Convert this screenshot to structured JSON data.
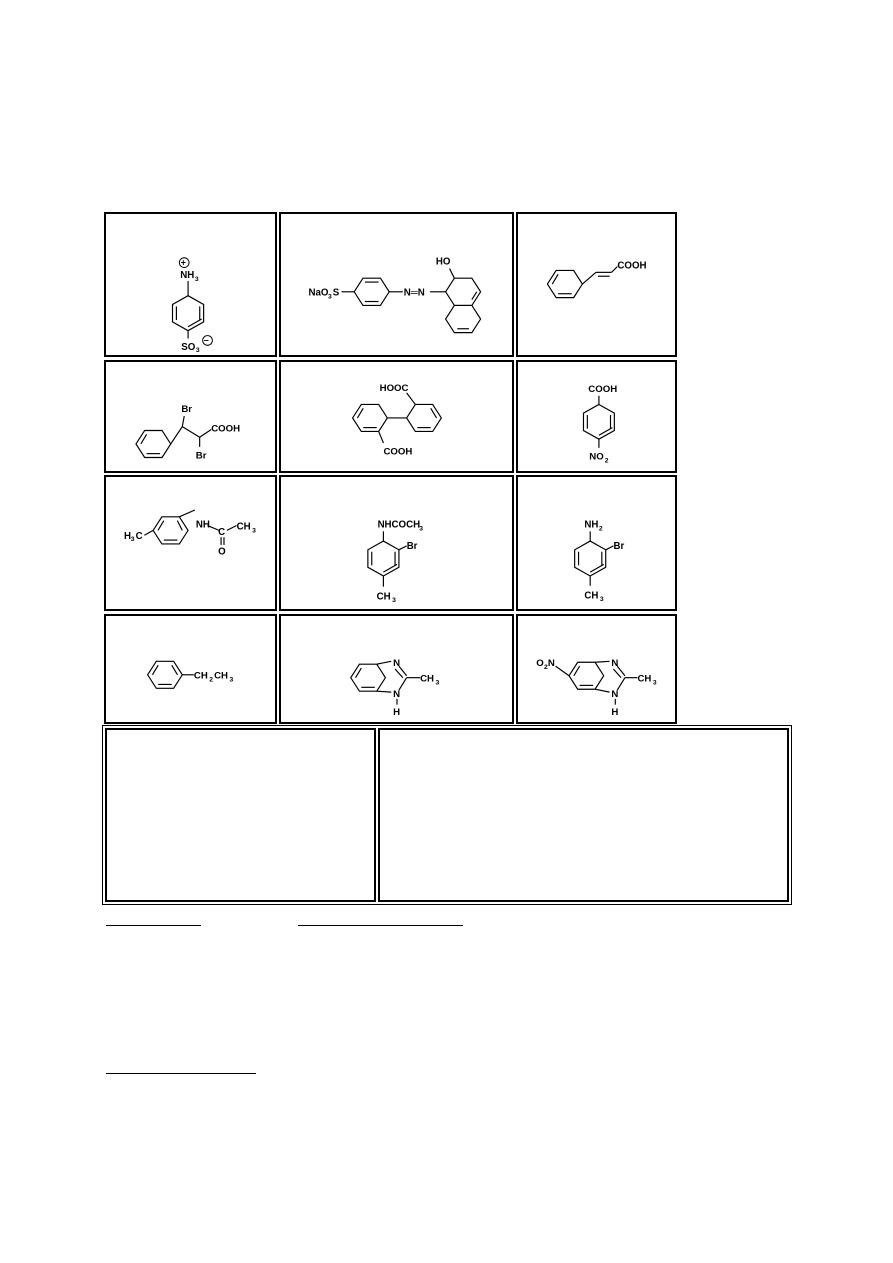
{
  "structures": {
    "c1": {
      "charge_plus": "+",
      "amine": "NH",
      "amine_sub": "3",
      "sulfo": "SO",
      "sulfo_sub": "3",
      "charge_minus": "−"
    },
    "c2": {
      "hydroxy": "HO",
      "salt": "NaO",
      "salt_sub": "3",
      "salt_s": "S",
      "azo": "N═N"
    },
    "c3": {
      "acid": "COOH"
    },
    "c4": {
      "br_top": "Br",
      "br_bottom": "Br",
      "acid": "COOH"
    },
    "c5": {
      "acid_top": "HOOC",
      "acid_bottom": "COOH"
    },
    "c6": {
      "acid": "COOH",
      "nitro": "NO",
      "nitro_sub": "2"
    },
    "c7": {
      "nh": "NH",
      "carbonyl_c": "C",
      "carbonyl_o": "O",
      "methyl": "CH",
      "methyl_sub": "3",
      "ring_methyl": "H",
      "ring_methyl_sub": "3",
      "ring_methyl_c": "C"
    },
    "c8": {
      "amide": "NHCOCH",
      "amide_sub": "3",
      "br": "Br",
      "methyl": "CH",
      "methyl_sub": "3"
    },
    "c9": {
      "amine": "NH",
      "amine_sub": "2",
      "br": "Br",
      "methyl": "CH",
      "methyl_sub": "3"
    },
    "c10": {
      "ethyl": "CH",
      "ethyl_sub": "2",
      "ethyl2": "CH",
      "ethyl2_sub": "3"
    },
    "c11": {
      "n_top": "N",
      "n_bottom": "N",
      "h": "H",
      "methyl": "CH",
      "methyl_sub": "3"
    },
    "c12": {
      "nitro": "O",
      "nitro_sub": "2",
      "nitro_n": "N",
      "n_top": "N",
      "n_bottom": "N",
      "h": "H",
      "methyl": "CH",
      "methyl_sub": "3"
    }
  }
}
